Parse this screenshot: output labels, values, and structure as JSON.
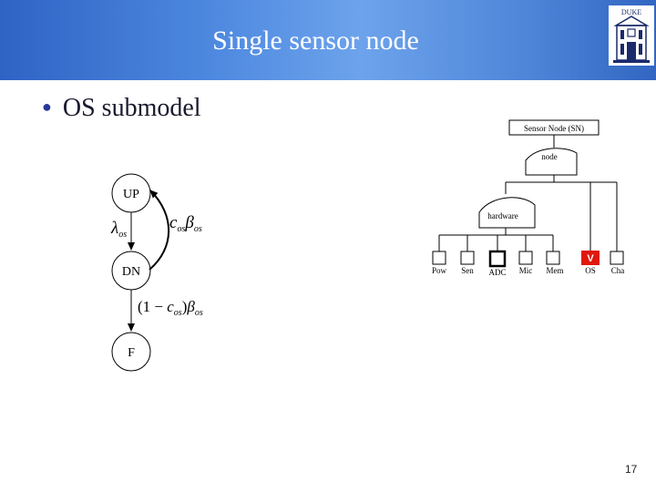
{
  "slide": {
    "title": "Single sensor node",
    "bullet": "OS submodel",
    "page_number": "17"
  },
  "logo": {
    "text": "DUKE"
  },
  "markov": {
    "states": [
      "UP",
      "DN",
      "F"
    ],
    "rate_down": {
      "base": "λ",
      "sub": "os"
    },
    "rate_recover": {
      "c": "c",
      "c_sub": "os",
      "beta": "β",
      "beta_sub": "os"
    },
    "rate_fail": {
      "open": "(1 − ",
      "c": "c",
      "c_sub": "os",
      "close": ")",
      "beta": "β",
      "beta_sub": "os"
    }
  },
  "fault_tree": {
    "top_label": "Sensor Node (SN)",
    "node_label": "node",
    "hardware_label": "hardware",
    "os_gate_label": "V",
    "leaves": [
      "Pow",
      "Sen",
      "ADC",
      "Mic",
      "Mem",
      "OS",
      "Cha"
    ],
    "colors": {
      "os_gate": "#e0180c",
      "adc_box": "#000000"
    }
  }
}
